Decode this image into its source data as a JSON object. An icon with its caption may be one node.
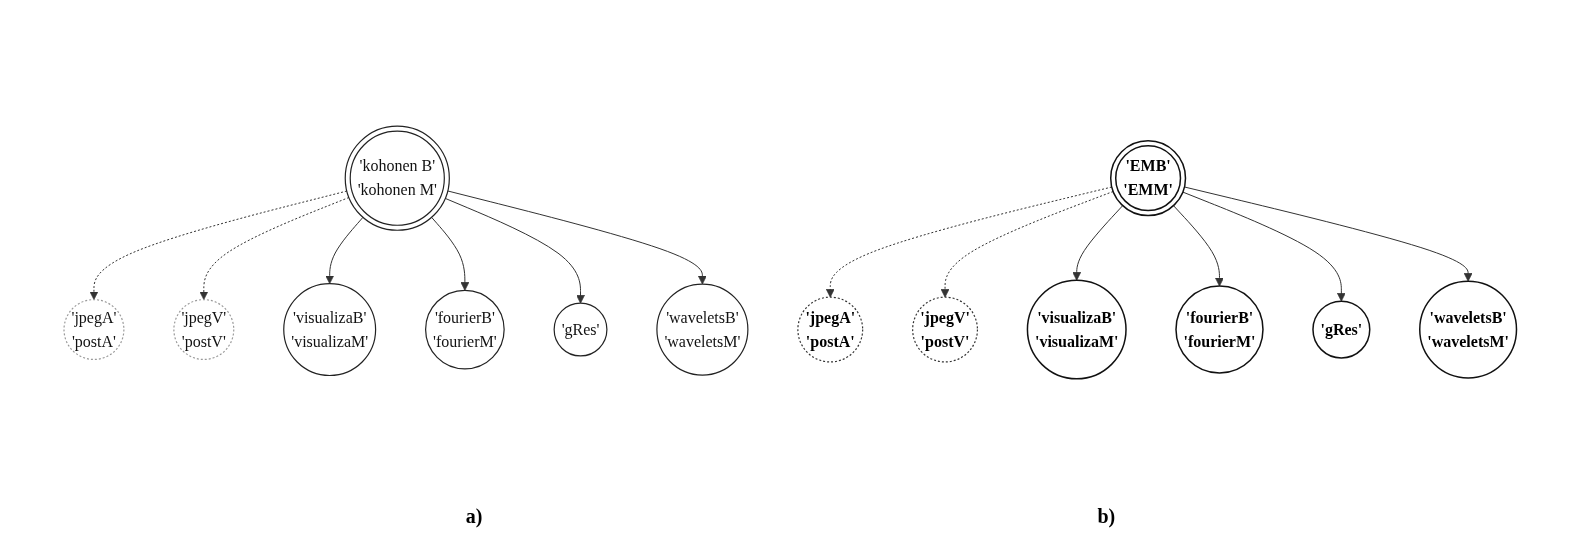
{
  "diagram": {
    "nodes": [
      {
        "text": [
          "'kohonen B'",
          "'kohonen M'"
        ]
      },
      {
        "text": [
          "'jpegA'",
          "'postA'"
        ]
      },
      {
        "text": [
          "'jpegV'",
          "'postV'"
        ]
      },
      {
        "text": [
          "'visualizaB'",
          "'visualizaM'"
        ]
      },
      {
        "text": [
          "'fourierB'",
          "'fourierM'"
        ]
      },
      {
        "text": [
          "'gRes'"
        ]
      },
      {
        "text": [
          "'waveletsB'",
          "'waveletsM'"
        ]
      },
      {
        "text": [
          "'EMB'",
          "'EMM'"
        ]
      },
      {
        "text": [
          "'jpegA'",
          "'postA'"
        ]
      },
      {
        "text": [
          "'jpegV'",
          "'postV'"
        ]
      },
      {
        "text": [
          "'visualizaB'",
          "'visualizaM'"
        ]
      },
      {
        "text": [
          "'fourierB'",
          "'fourierM'"
        ]
      },
      {
        "text": [
          "'gRes'"
        ]
      },
      {
        "text": [
          "'waveletsB'",
          "'waveletsM'"
        ]
      }
    ],
    "edges": [
      {
        "from": 0,
        "to": 1,
        "arrow": "to",
        "style": "dashed"
      },
      {
        "from": 0,
        "to": 2,
        "arrow": "to",
        "style": "dashed"
      },
      {
        "from": 0,
        "to": 3,
        "arrow": "to"
      },
      {
        "from": 0,
        "to": 4,
        "arrow": "to"
      },
      {
        "from": 0,
        "to": 5,
        "arrow": "to"
      },
      {
        "from": 0,
        "to": 6,
        "arrow": "to"
      },
      {
        "from": 7,
        "to": 8,
        "arrow": "to",
        "style": "dashed"
      },
      {
        "from": 7,
        "to": 9,
        "arrow": "to",
        "style": "dashed"
      },
      {
        "from": 7,
        "to": 10,
        "arrow": "to"
      },
      {
        "from": 7,
        "to": 11,
        "arrow": "to"
      },
      {
        "from": 7,
        "to": 12,
        "arrow": "to"
      },
      {
        "from": 7,
        "to": 13,
        "arrow": "to"
      }
    ],
    "labels": [
      "a)",
      "b)"
    ]
  }
}
